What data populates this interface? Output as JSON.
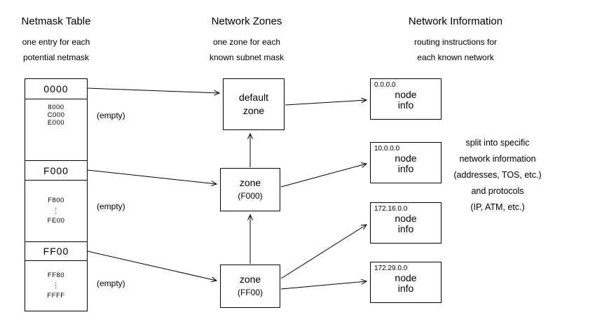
{
  "headers": {
    "netmask": {
      "title": "Netmask Table",
      "sub1": "one entry for each",
      "sub2": "potential netmask"
    },
    "zones": {
      "title": "Network Zones",
      "sub1": "one zone for each",
      "sub2": "known subnet mask"
    },
    "info": {
      "title": "Network Information",
      "sub1": "routing instructions for",
      "sub2": "each known network"
    }
  },
  "netmask_table": {
    "empty_note": "(empty)",
    "cells": [
      {
        "label": "0000"
      },
      {
        "line1": "8000",
        "line2": "C000",
        "line3": "E000"
      },
      {
        "label": "F000"
      },
      {
        "line1": "F800",
        "line2": "⋮",
        "line3": "FE00"
      },
      {
        "label": "FF00"
      },
      {
        "line1": "FF80",
        "line2": "⋮",
        "line3": "FFFF"
      }
    ]
  },
  "zones": [
    {
      "line1": "default",
      "line2": "zone"
    },
    {
      "line1": "zone",
      "line2": "(F000)"
    },
    {
      "line1": "zone",
      "line2": "(FF00)"
    }
  ],
  "node_info": [
    {
      "address": "0.0.0.0",
      "line1": "node",
      "line2": "info"
    },
    {
      "address": "10.0.0.0",
      "line1": "node",
      "line2": "info"
    },
    {
      "address": "172.16.0.0",
      "line1": "node",
      "line2": "info"
    },
    {
      "address": "172.29.0.0",
      "line1": "node",
      "line2": "info"
    }
  ],
  "side_note": {
    "line1": "split into specific",
    "line2": "network information",
    "line3": "(addresses, TOS, etc.)",
    "line4": "and protocols",
    "line5": "(IP, ATM, etc.)"
  }
}
